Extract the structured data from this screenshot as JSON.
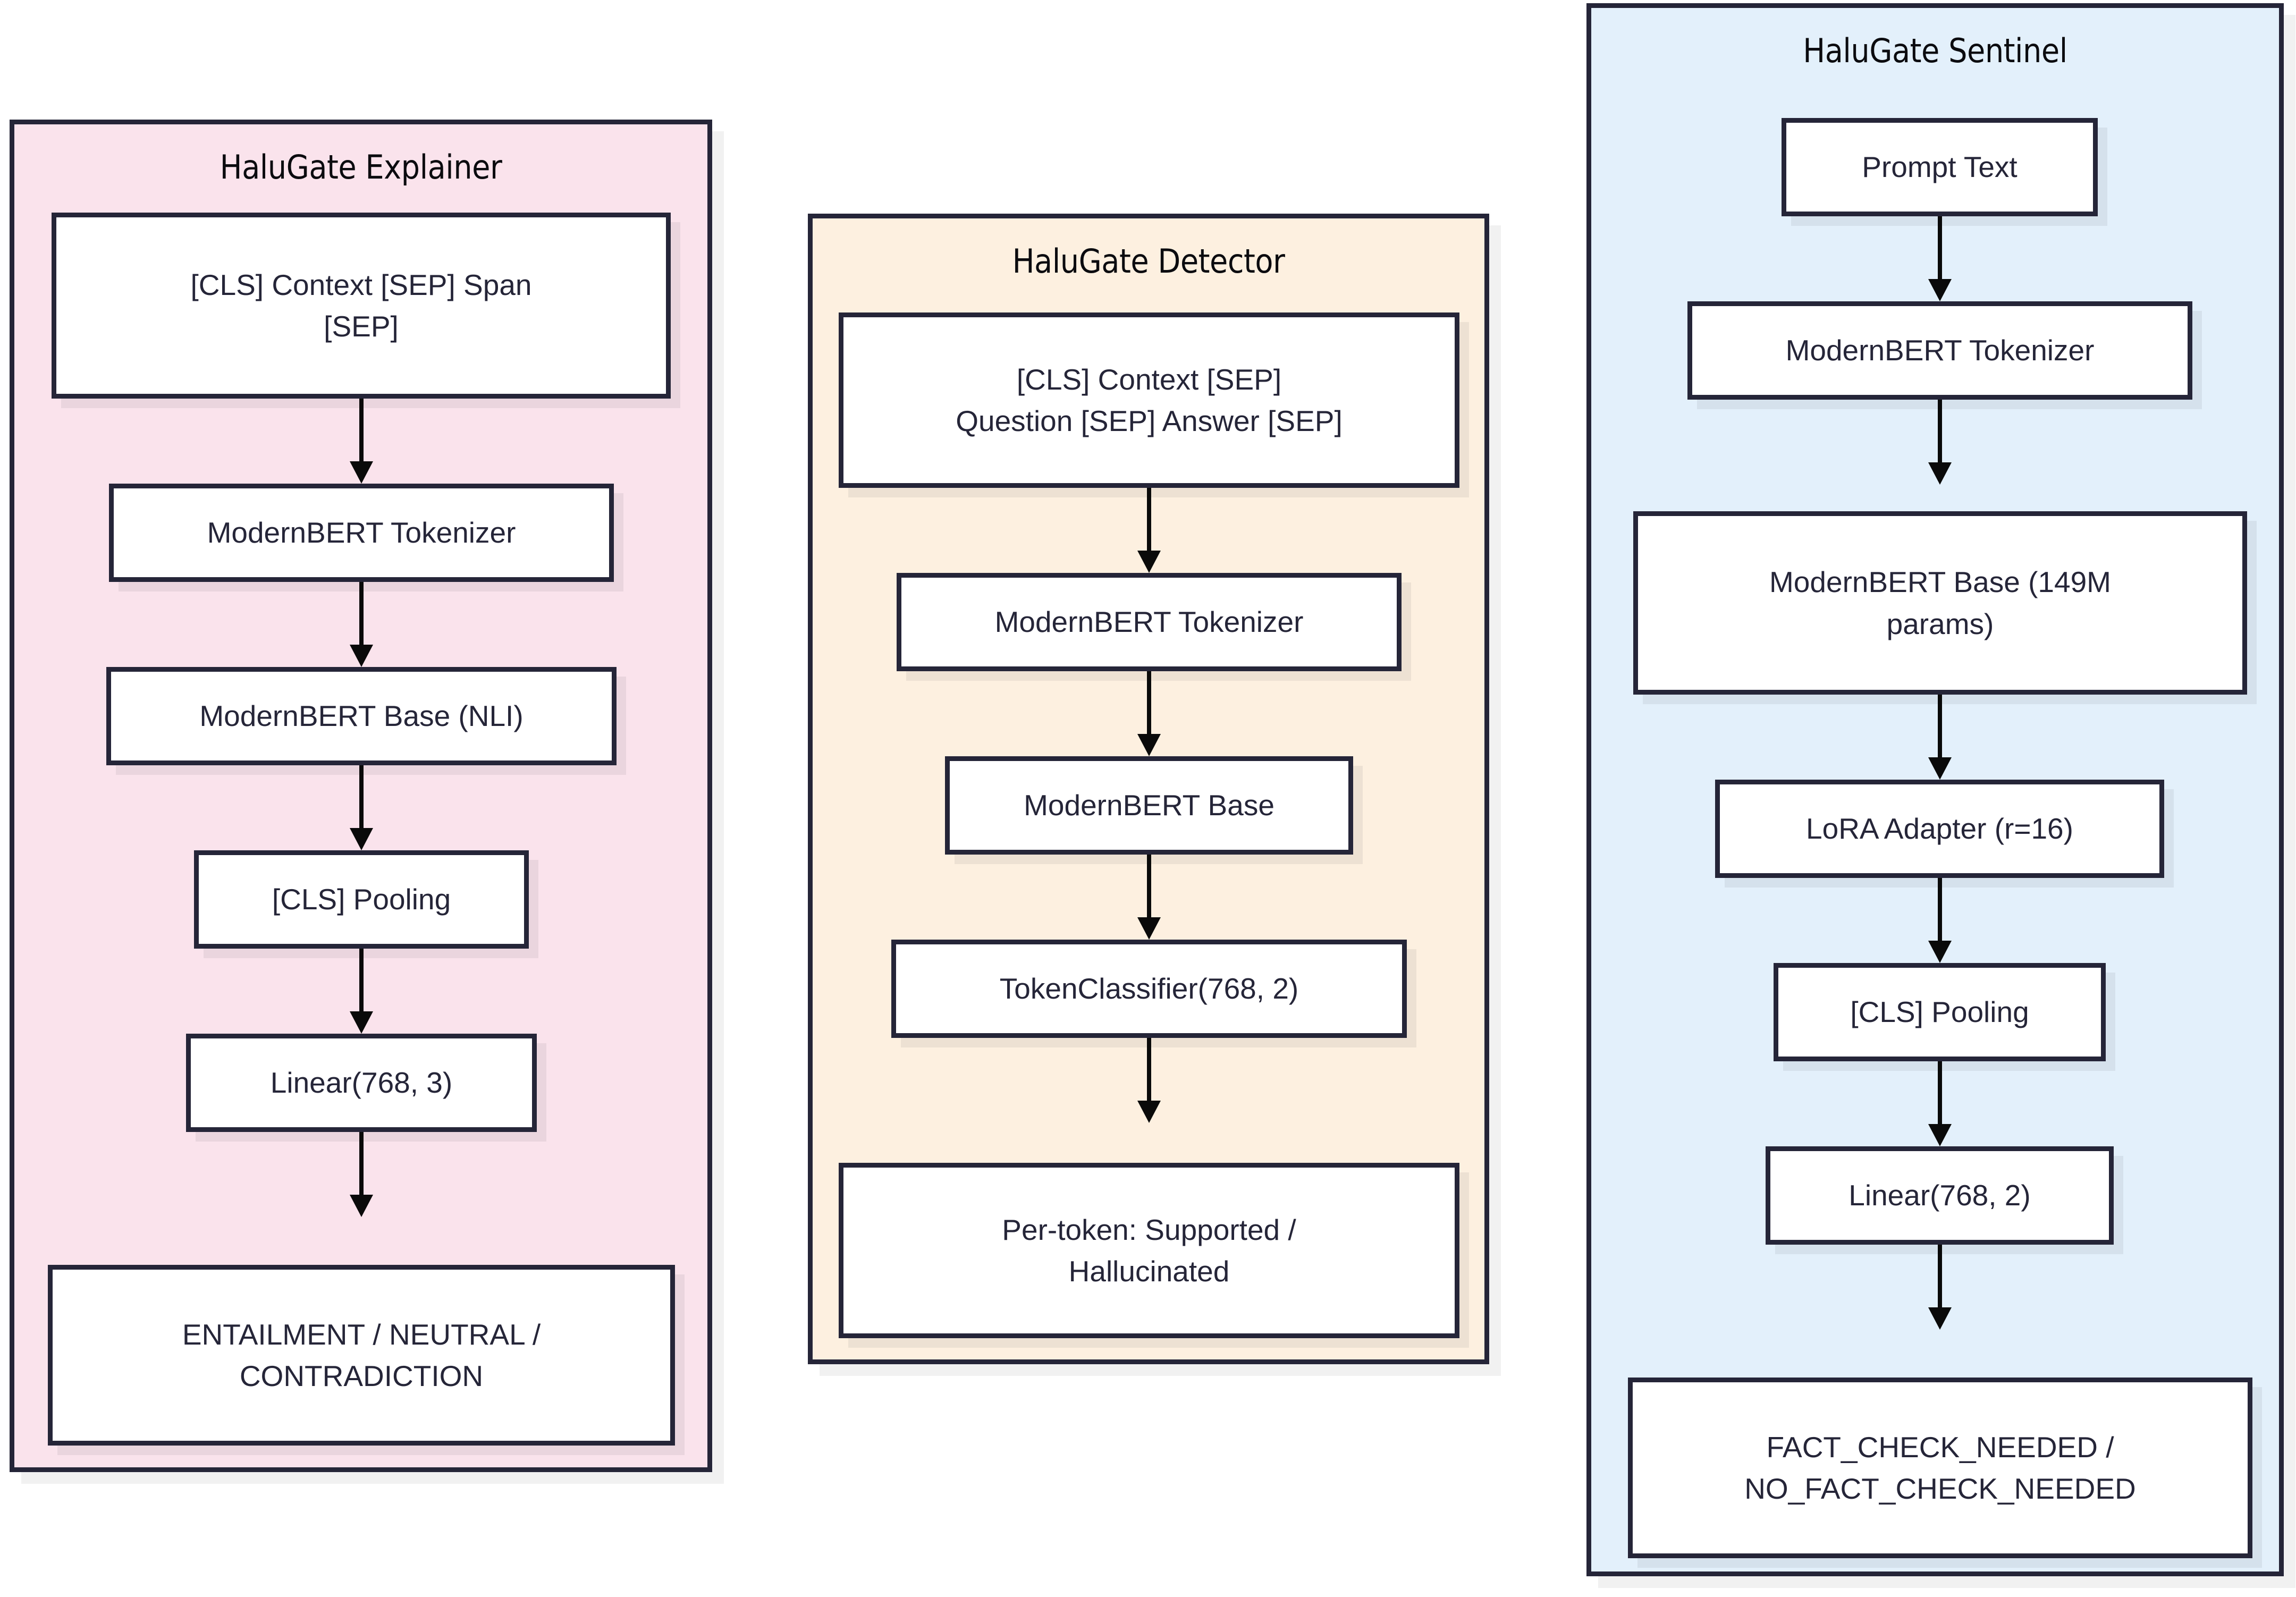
{
  "diagram": {
    "type": "flowchart",
    "direction": "top-to-bottom",
    "background": "#ffffff",
    "node_border_color": "#252538",
    "node_fill_color": "#ffffff",
    "node_text_color": "#252538",
    "arrow_color": "#0a0a0a"
  },
  "groups": [
    {
      "id": "explainer",
      "title": "HaluGate Explainer",
      "fill": "#FAE3EC",
      "nodes": [
        {
          "id": "ex1",
          "label": "[CLS] Context [SEP] Span\n[SEP]"
        },
        {
          "id": "ex2",
          "label": "ModernBERT Tokenizer"
        },
        {
          "id": "ex3",
          "label": "ModernBERT Base (NLI)"
        },
        {
          "id": "ex4",
          "label": "[CLS] Pooling"
        },
        {
          "id": "ex5",
          "label": "Linear(768, 3)"
        },
        {
          "id": "ex6",
          "label": "ENTAILMENT / NEUTRAL /\nCONTRADICTION"
        }
      ],
      "edges": [
        {
          "from": "ex1",
          "to": "ex2"
        },
        {
          "from": "ex2",
          "to": "ex3"
        },
        {
          "from": "ex3",
          "to": "ex4"
        },
        {
          "from": "ex4",
          "to": "ex5"
        },
        {
          "from": "ex5",
          "to": "ex6"
        }
      ]
    },
    {
      "id": "detector",
      "title": "HaluGate Detector",
      "fill": "#FDF0E0",
      "nodes": [
        {
          "id": "de1",
          "label": "[CLS] Context [SEP]\nQuestion [SEP] Answer [SEP]"
        },
        {
          "id": "de2",
          "label": "ModernBERT Tokenizer"
        },
        {
          "id": "de3",
          "label": "ModernBERT Base"
        },
        {
          "id": "de4",
          "label": "TokenClassifier(768, 2)"
        },
        {
          "id": "de5",
          "label": "Per-token: Supported /\nHallucinated"
        }
      ],
      "edges": [
        {
          "from": "de1",
          "to": "de2"
        },
        {
          "from": "de2",
          "to": "de3"
        },
        {
          "from": "de3",
          "to": "de4"
        },
        {
          "from": "de4",
          "to": "de5"
        }
      ]
    },
    {
      "id": "sentinel",
      "title": "HaluGate Sentinel",
      "fill": "#E3F0FB",
      "nodes": [
        {
          "id": "se1",
          "label": "Prompt Text"
        },
        {
          "id": "se2",
          "label": "ModernBERT Tokenizer"
        },
        {
          "id": "se3",
          "label": "ModernBERT Base (149M\nparams)"
        },
        {
          "id": "se4",
          "label": "LoRA Adapter (r=16)"
        },
        {
          "id": "se5",
          "label": "[CLS] Pooling"
        },
        {
          "id": "se6",
          "label": "Linear(768, 2)"
        },
        {
          "id": "se7",
          "label": "FACT_CHECK_NEEDED /\nNO_FACT_CHECK_NEEDED"
        }
      ],
      "edges": [
        {
          "from": "se1",
          "to": "se2"
        },
        {
          "from": "se2",
          "to": "se3"
        },
        {
          "from": "se3",
          "to": "se4"
        },
        {
          "from": "se4",
          "to": "se5"
        },
        {
          "from": "se5",
          "to": "se6"
        },
        {
          "from": "se6",
          "to": "se7"
        }
      ]
    }
  ]
}
